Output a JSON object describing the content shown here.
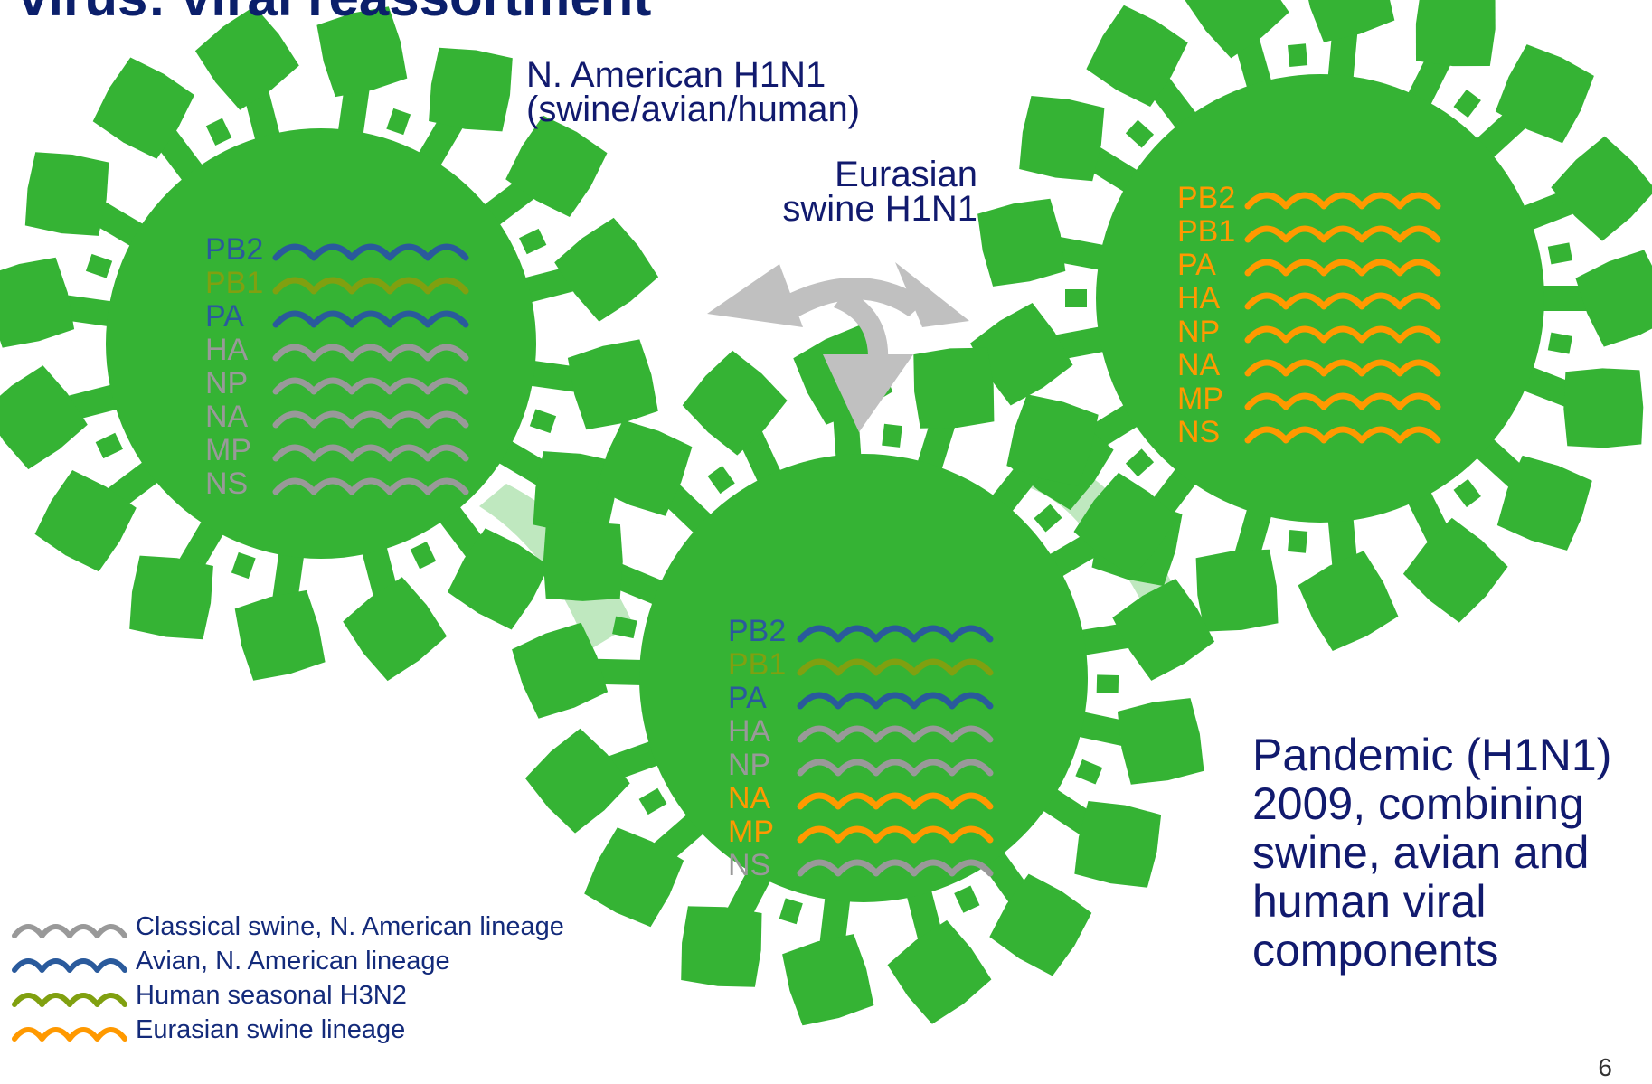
{
  "title": "virus: viral reassortment",
  "colors": {
    "virus_green": "#35b334",
    "classical_swine": "#999999",
    "avian": "#2a5a9c",
    "human_seasonal": "#80a010",
    "eurasian_swine": "#ff9900",
    "arrow_gray": "#c0c0c0",
    "text_navy": "#111a6e"
  },
  "labels": {
    "na_h1n1": [
      "N. American H1N1",
      "(swine/avian/human)"
    ],
    "eurasian": [
      "Eurasian",
      "swine H1N1"
    ],
    "pandemic": "Pandemic (H1N1) 2009, combining swine, avian and human viral components"
  },
  "viruses": [
    {
      "name": "north-american-h1n1",
      "segments": [
        {
          "label": "PB2",
          "lineage": "avian"
        },
        {
          "label": "PB1",
          "lineage": "human_seasonal"
        },
        {
          "label": "PA",
          "lineage": "avian"
        },
        {
          "label": "HA",
          "lineage": "classical_swine"
        },
        {
          "label": "NP",
          "lineage": "classical_swine"
        },
        {
          "label": "NA",
          "lineage": "classical_swine"
        },
        {
          "label": "MP",
          "lineage": "classical_swine"
        },
        {
          "label": "NS",
          "lineage": "classical_swine"
        }
      ]
    },
    {
      "name": "eurasian-swine-h1n1",
      "segments": [
        {
          "label": "PB2",
          "lineage": "eurasian_swine"
        },
        {
          "label": "PB1",
          "lineage": "eurasian_swine"
        },
        {
          "label": "PA",
          "lineage": "eurasian_swine"
        },
        {
          "label": "HA",
          "lineage": "eurasian_swine"
        },
        {
          "label": "NP",
          "lineage": "eurasian_swine"
        },
        {
          "label": "NA",
          "lineage": "eurasian_swine"
        },
        {
          "label": "MP",
          "lineage": "eurasian_swine"
        },
        {
          "label": "NS",
          "lineage": "eurasian_swine"
        }
      ]
    },
    {
      "name": "pandemic-h1n1-2009",
      "segments": [
        {
          "label": "PB2",
          "lineage": "avian"
        },
        {
          "label": "PB1",
          "lineage": "human_seasonal"
        },
        {
          "label": "PA",
          "lineage": "avian"
        },
        {
          "label": "HA",
          "lineage": "classical_swine"
        },
        {
          "label": "NP",
          "lineage": "classical_swine"
        },
        {
          "label": "NA",
          "lineage": "eurasian_swine"
        },
        {
          "label": "MP",
          "lineage": "eurasian_swine"
        },
        {
          "label": "NS",
          "lineage": "classical_swine"
        }
      ]
    }
  ],
  "legend": [
    {
      "lineage": "classical_swine",
      "text": "Classical swine, N. American lineage"
    },
    {
      "lineage": "avian",
      "text": "Avian, N. American lineage"
    },
    {
      "lineage": "human_seasonal",
      "text": "Human seasonal H3N2"
    },
    {
      "lineage": "eurasian_swine",
      "text": "Eurasian swine lineage"
    }
  ],
  "page_number": "6"
}
